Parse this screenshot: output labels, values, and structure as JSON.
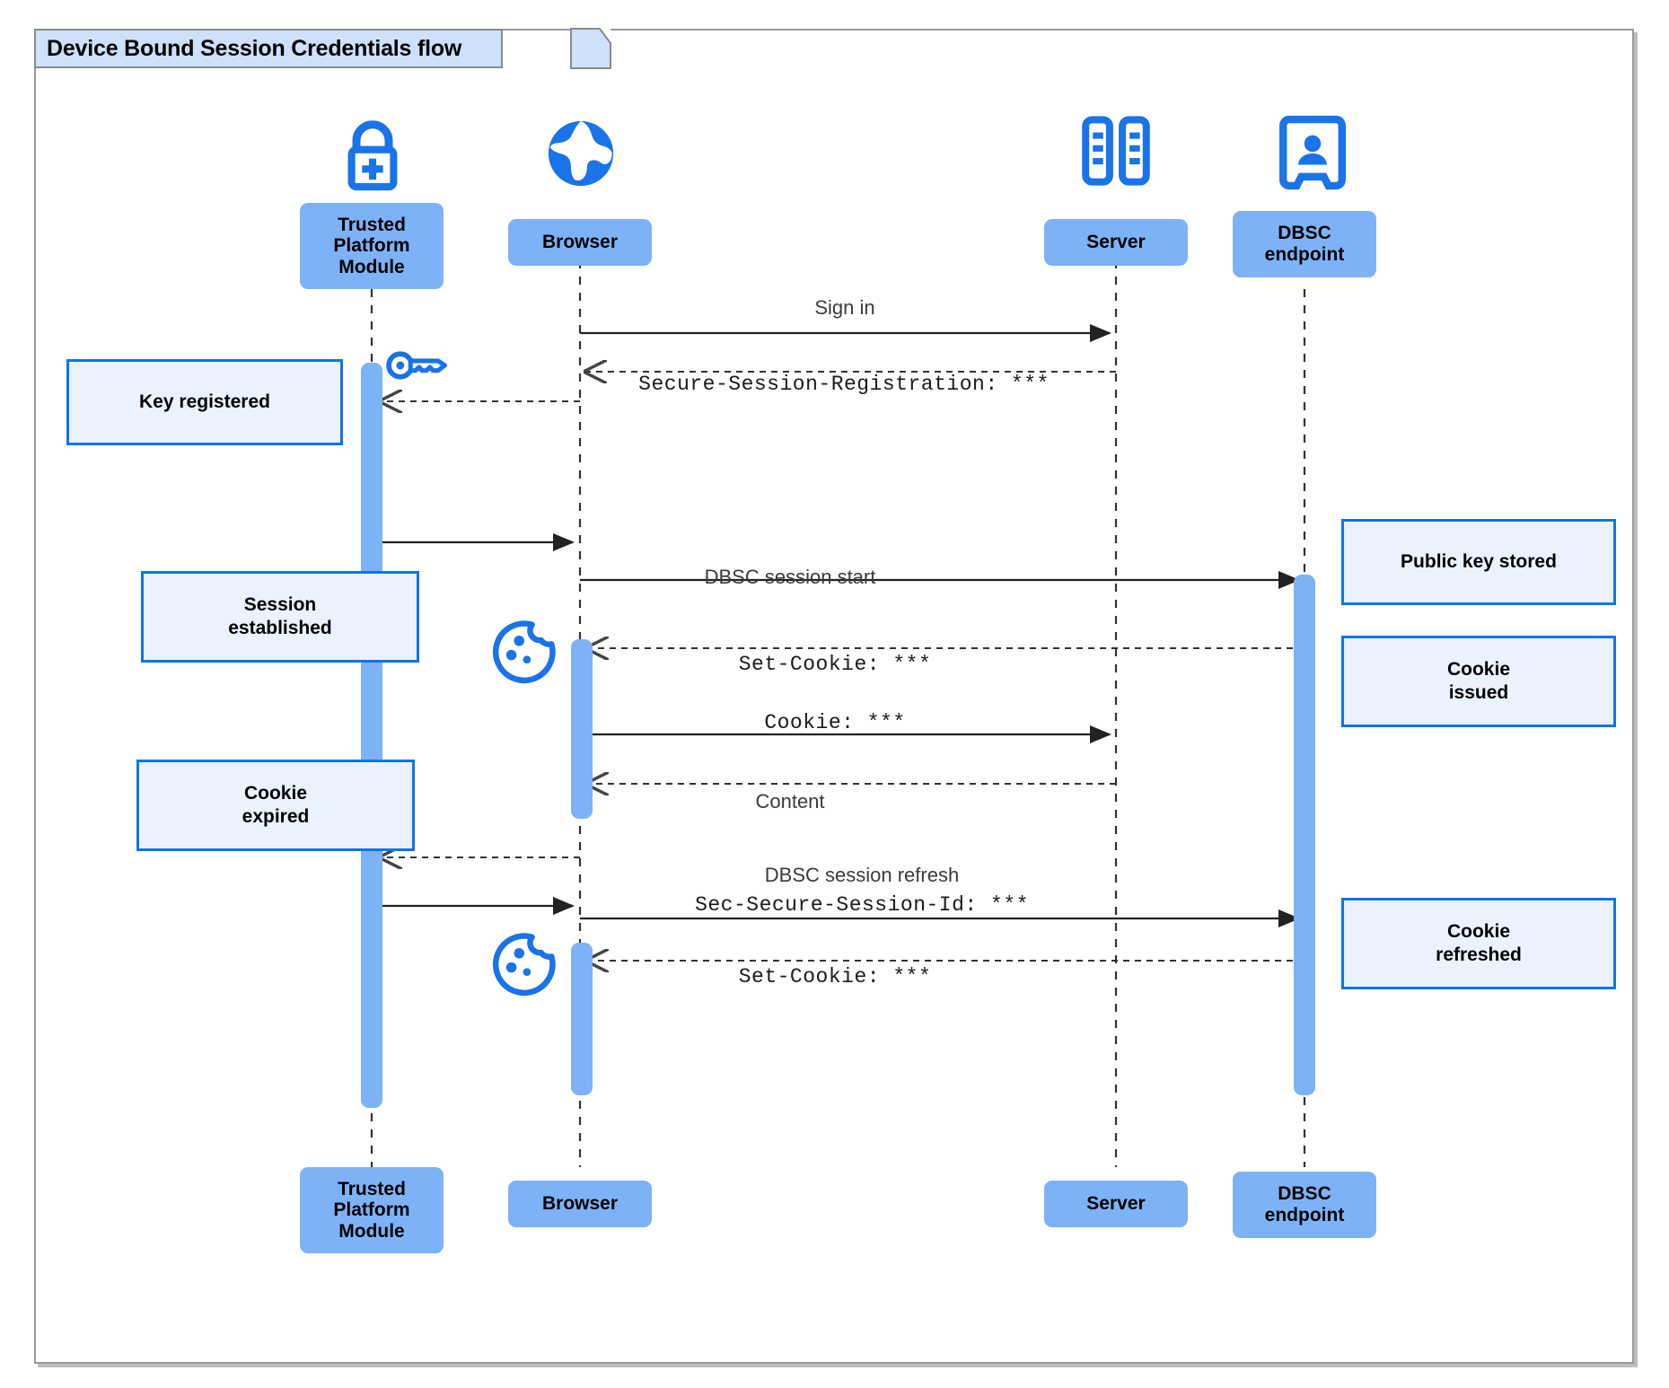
{
  "frame": {
    "title": "Device Bound Session Credentials flow",
    "border_color": "#9a9a9a",
    "tab_fill": "#cfe0fb"
  },
  "colors": {
    "participant_fill": "#7eb2f7",
    "activation_fill": "#7eb2f7",
    "note_fill": "#eaf2fe",
    "note_border": "#1273ea",
    "icon_blue": "#1a73e8",
    "lifeline": "#333333",
    "arrow": "#222222"
  },
  "participants": [
    {
      "id": "tpm",
      "label": "Trusted\nPlatform\nModule",
      "icon": "padlock-plus-icon"
    },
    {
      "id": "browser",
      "label": "Browser",
      "icon": "globe-icon"
    },
    {
      "id": "server",
      "label": "Server",
      "icon": "server-rack-icon"
    },
    {
      "id": "dbsc",
      "label": "DBSC\nendpoint",
      "icon": "id-badge-icon"
    }
  ],
  "participants_bottom": [
    {
      "id": "tpm",
      "label": "Trusted\nPlatform\nModule"
    },
    {
      "id": "browser",
      "label": "Browser"
    },
    {
      "id": "server",
      "label": "Server"
    },
    {
      "id": "dbsc",
      "label": "DBSC\nendpoint"
    }
  ],
  "messages": [
    {
      "id": "m1",
      "text": "Sign in",
      "style": "sans",
      "from": "browser",
      "to": "server",
      "line": "solid"
    },
    {
      "id": "m2",
      "text": "Secure-Session-Registration: ***",
      "style": "mono",
      "from": "server",
      "to": "browser",
      "line": "dashed"
    },
    {
      "id": "m3",
      "text": "",
      "style": "sans",
      "from": "browser",
      "to": "tpm",
      "line": "dashed"
    },
    {
      "id": "m4",
      "text": "",
      "style": "sans",
      "from": "tpm",
      "to": "browser",
      "line": "solid"
    },
    {
      "id": "m5",
      "text": "DBSC session start",
      "style": "sans",
      "from": "browser",
      "to": "dbsc",
      "line": "solid"
    },
    {
      "id": "m6",
      "text": "Set-Cookie: ***",
      "style": "mono",
      "from": "dbsc",
      "to": "browser",
      "line": "dashed"
    },
    {
      "id": "m7",
      "text": "Cookie: ***",
      "style": "mono",
      "from": "browser",
      "to": "server",
      "line": "solid"
    },
    {
      "id": "m8",
      "text": "Content",
      "style": "sans",
      "from": "server",
      "to": "browser",
      "line": "dashed"
    },
    {
      "id": "m9",
      "text": "",
      "style": "sans",
      "from": "browser",
      "to": "tpm",
      "line": "dashed"
    },
    {
      "id": "m10",
      "text": "DBSC session refresh",
      "style": "sans",
      "from": "tpm",
      "to": "browser",
      "line": "solid"
    },
    {
      "id": "m11",
      "text": "Sec-Secure-Session-Id: ***",
      "style": "mono",
      "from": "browser",
      "to": "dbsc",
      "line": "solid"
    },
    {
      "id": "m12",
      "text": "Set-Cookie: ***",
      "style": "mono",
      "from": "dbsc",
      "to": "browser",
      "line": "dashed"
    }
  ],
  "notes_left": [
    {
      "id": "n1",
      "text": "Key registered"
    },
    {
      "id": "n2",
      "text": "Session\nestablished"
    },
    {
      "id": "n3",
      "text": "Cookie\nexpired"
    }
  ],
  "notes_right": [
    {
      "id": "n4",
      "text": "Public key stored"
    },
    {
      "id": "n5",
      "text": "Cookie\nissued"
    },
    {
      "id": "n6",
      "text": "Cookie\nrefreshed"
    }
  ],
  "inline_icons": [
    {
      "id": "key",
      "name": "key-icon"
    },
    {
      "id": "cookie1",
      "name": "cookie-icon"
    },
    {
      "id": "cookie2",
      "name": "cookie-icon"
    }
  ]
}
